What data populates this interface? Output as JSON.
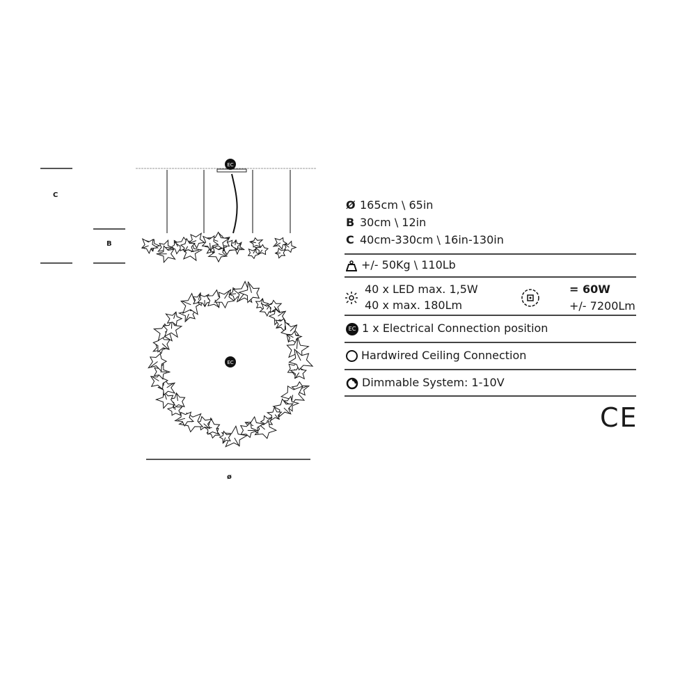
{
  "drawing": {
    "dim_c": "C",
    "dim_b": "B",
    "dim_diameter": "ø",
    "ec_badge": "EC"
  },
  "specs": {
    "diameter": {
      "symbol": "Ø",
      "value": "165cm \\ 65in"
    },
    "b": {
      "symbol": "B",
      "value": "30cm \\ 12in"
    },
    "c": {
      "symbol": "C",
      "value": "40cm-330cm \\ 16in-130in"
    },
    "weight": "+/- 50Kg \\ 110Lb",
    "led_line1": "40 x LED max. 1,5W",
    "led_line2": "40 x max. 180Lm",
    "total_power": "= 60W",
    "total_lumen": "+/- 7200Lm",
    "ec_badge": "EC",
    "electrical": "1 x Electrical Connection position",
    "hardwired": "Hardwired Ceiling Connection",
    "dimmable": "Dimmable System: 1-10V",
    "certification": "CE"
  }
}
